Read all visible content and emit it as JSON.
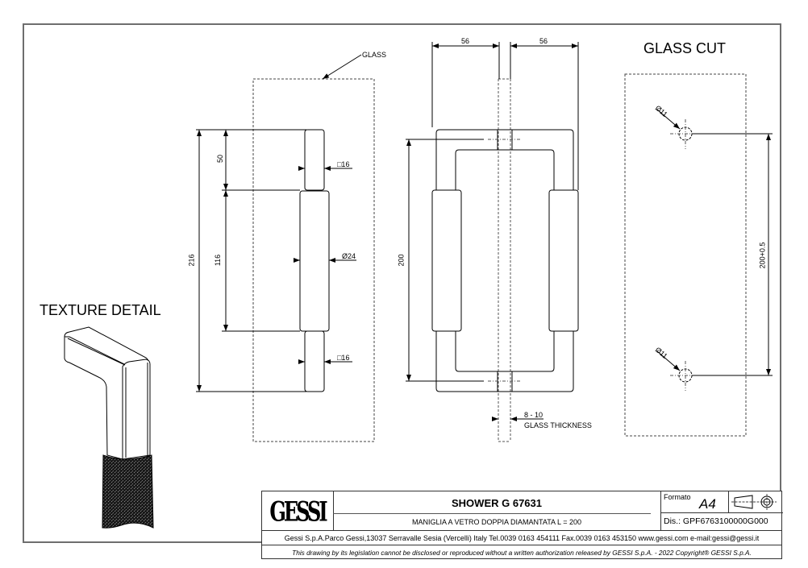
{
  "drawing": {
    "texture_heading": "TEXTURE DETAIL",
    "glass_cut_heading": "GLASS CUT",
    "glass_callout": "GLASS",
    "side_view": {
      "dim_total_height": "216",
      "dim_top_mount": "50",
      "dim_grip_length": "116",
      "dim_square_top": "□16",
      "dim_grip_diameter": "Ø24",
      "dim_square_bottom": "□16"
    },
    "front_view": {
      "dim_left_depth": "56",
      "dim_right_depth": "56",
      "dim_center_distance": "200",
      "dim_glass_thickness": "8 - 10",
      "glass_thickness_label": "GLASS THICKNESS"
    },
    "glass_cut": {
      "hole_top_diameter": "Ø11",
      "hole_bottom_diameter": "Ø11",
      "hole_distance": "200+0.5"
    }
  },
  "title_block": {
    "logo": "GESSI",
    "product_title": "SHOWER G 67631",
    "product_description": "MANIGLIA A VETRO DOPPIA DIAMANTATA L = 200",
    "format_label": "Formato",
    "format_value": "A4",
    "drawing_number": "Dis.: GPF6763100000G000",
    "address": "Gessi S.p.A.Parco Gessi,13037 Serravalle Sesia (Vercelli) Italy Tel.0039 0163 454111 Fax.0039 0163 453150 www.gessi.com e-mail:gessi@gessi.it",
    "legal_notice": "This drawing by its legislation cannot be disclosed or reproduced without a written authorization released by GESSI S.p.A. - 2022 Copyright® GESSI S.p.A."
  }
}
